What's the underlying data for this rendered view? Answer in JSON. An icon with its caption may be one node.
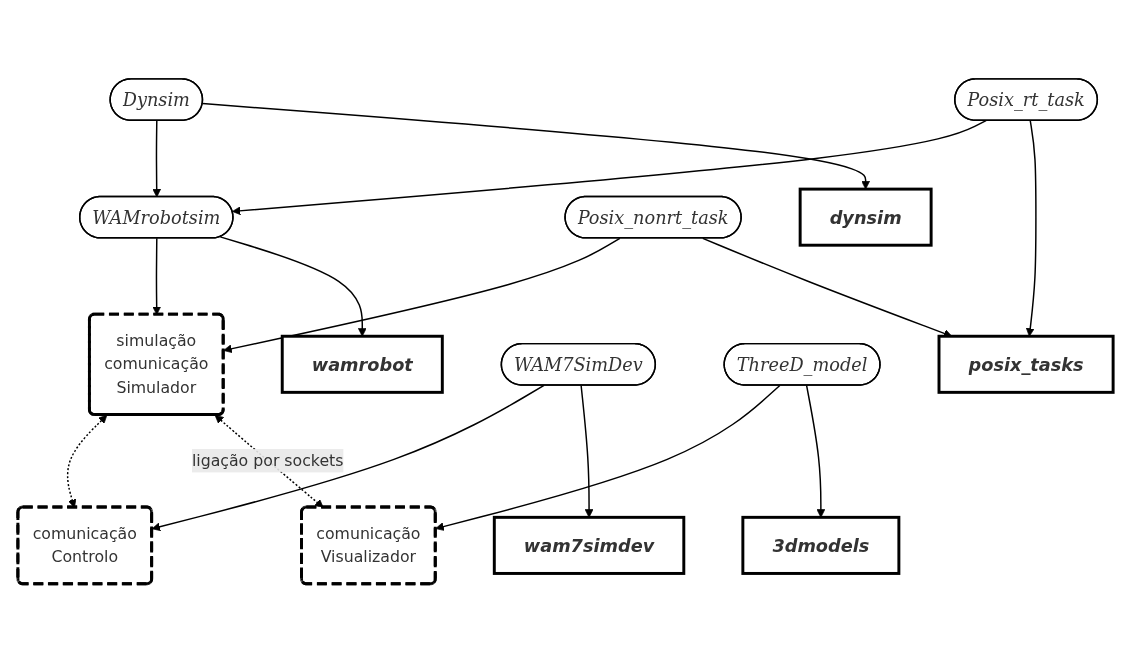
{
  "diagram": {
    "nodes": [
      {
        "text": [
          "wamrobot"
        ]
      },
      {
        "text": [
          "posix_tasks"
        ]
      },
      {
        "text": [
          "dynsim"
        ]
      },
      {
        "text": [
          "wam7simdev"
        ]
      },
      {
        "text": [
          "3dmodels"
        ]
      },
      {
        "text": [
          "Posix_rt_task"
        ]
      },
      {
        "text": [
          "Dynsim"
        ]
      },
      {
        "text": [
          "WAM7SimDev"
        ]
      },
      {
        "text": [
          "ThreeD_model"
        ]
      },
      {
        "text": [
          "Posix_nonrt_task"
        ]
      },
      {
        "text": [
          "WAMrobotsim"
        ]
      },
      {
        "text": [
          "simulação",
          "comunicação",
          "Simulador"
        ]
      },
      {
        "text": [
          "comunicação",
          "Visualizador"
        ]
      },
      {
        "text": [
          "comunicação",
          "Controlo"
        ]
      }
    ],
    "edges": [
      {
        "from": 10,
        "to": 0,
        "arrow": "to"
      },
      {
        "from": 5,
        "to": 1,
        "arrow": "to"
      },
      {
        "from": 9,
        "to": 1,
        "arrow": "to"
      },
      {
        "from": 6,
        "to": 2,
        "arrow": "to"
      },
      {
        "from": 7,
        "to": 3,
        "arrow": "to"
      },
      {
        "from": 8,
        "to": 4,
        "arrow": "to"
      },
      {
        "from": 5,
        "to": 10,
        "arrow": "to"
      },
      {
        "from": 6,
        "to": 10,
        "arrow": "to"
      },
      {
        "from": 10,
        "to": 11,
        "arrow": "to"
      },
      {
        "from": 9,
        "to": 11,
        "arrow": "to"
      },
      {
        "from": 8,
        "to": 12,
        "arrow": "to"
      },
      {
        "from": 7,
        "to": 13,
        "arrow": "to"
      },
      {
        "from": 11,
        "to": 12,
        "arrow": "both",
        "style": "dashed",
        "label": "ligação por sockets"
      },
      {
        "from": 11,
        "to": 13,
        "arrow": "both",
        "style": "dashed"
      }
    ]
  }
}
